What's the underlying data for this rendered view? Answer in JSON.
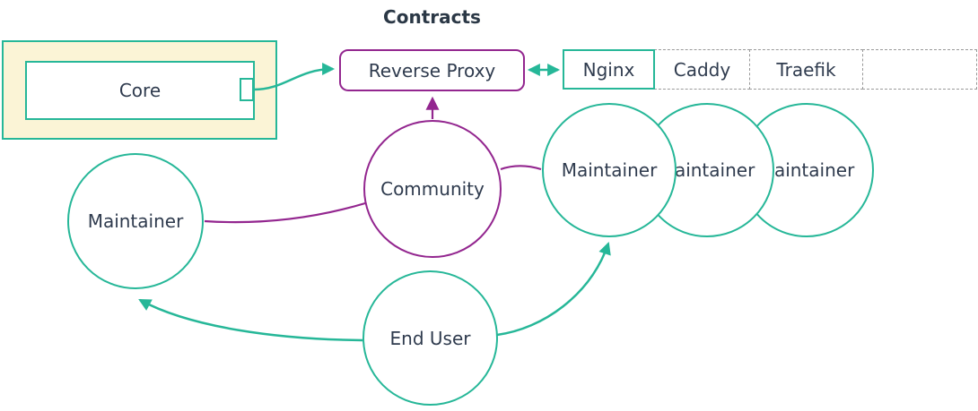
{
  "title": "Contracts",
  "colors": {
    "teal": "#26B798",
    "purple": "#93268F",
    "ink": "#2F3B4E",
    "group_fill": "#FBF4D6",
    "dashed_border": "#999999"
  },
  "core_group": {
    "core_label": "Core"
  },
  "reverse_proxy_label": "Reverse Proxy",
  "proxy_table": {
    "cells": [
      "Nginx",
      "Caddy",
      "Traefik",
      ""
    ]
  },
  "nodes": {
    "community": "Community",
    "maintainer_left": "Maintainer",
    "end_user": "End User",
    "maintainers_right": [
      "Maintainer",
      "Maintainer",
      "Maintainer"
    ]
  }
}
